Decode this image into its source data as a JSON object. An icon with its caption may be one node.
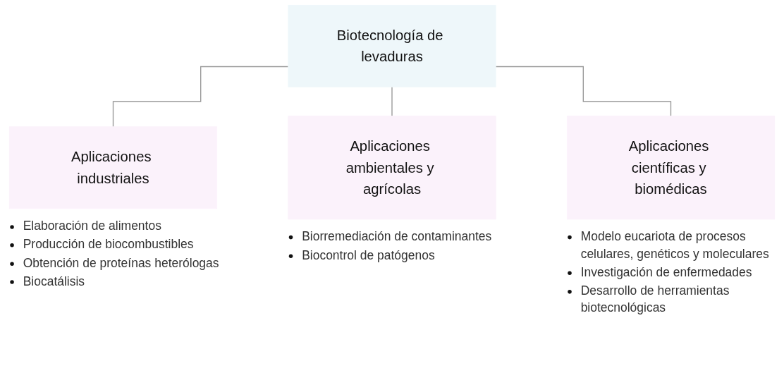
{
  "diagram": {
    "nodes": [
      {
        "text": [
          "Biotecnología de levaduras"
        ]
      },
      {
        "text": [
          "Aplicaciones industriales"
        ],
        "beside": [
          "Elaboración de alimentos",
          "Producción de biocombustibles",
          "Obtención de proteínas heterólogas",
          "Biocatálisis"
        ]
      },
      {
        "text": [
          "Aplicaciones ambientales y agrícolas"
        ],
        "beside": [
          "Biorremediación de contaminantes",
          "Biocontrol de patógenos"
        ]
      },
      {
        "text": [
          "Aplicaciones científicas y biomédicas"
        ],
        "beside": [
          "Modelo eucariota de procesos celulares, genéticos y moleculares",
          "Investigación de enfermedades",
          "Desarrollo de herramientas biotecnológicas"
        ]
      }
    ],
    "edges": [
      {
        "from": 0,
        "to": 1,
        "arrow": "none"
      },
      {
        "from": 0,
        "to": 2,
        "arrow": "none"
      },
      {
        "from": 0,
        "to": 3,
        "arrow": "none"
      }
    ]
  }
}
